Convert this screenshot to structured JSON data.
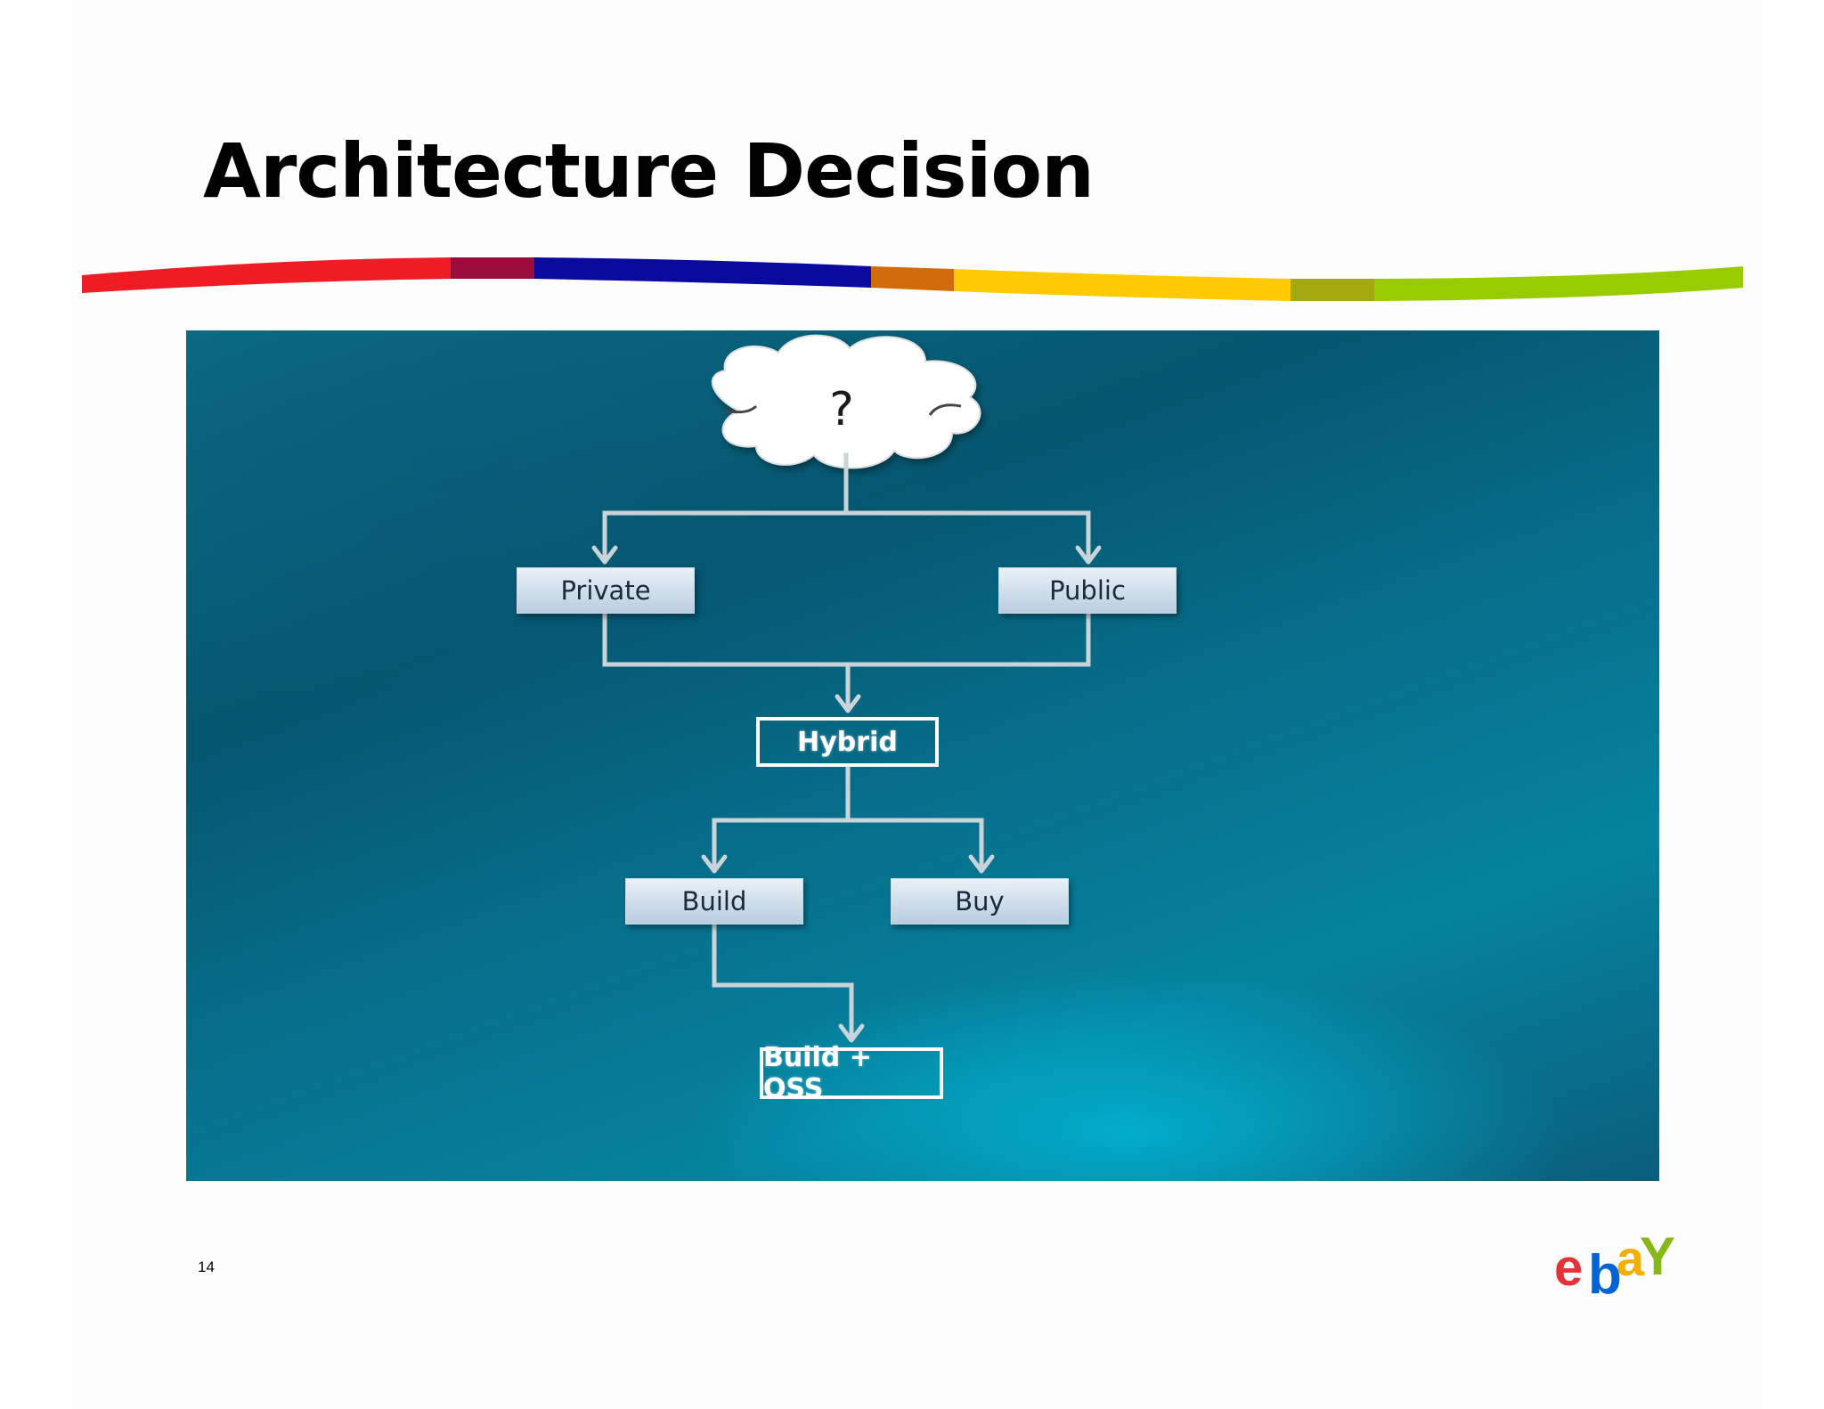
{
  "slide": {
    "title": "Architecture Decision",
    "page_number": "14"
  },
  "brand_stripe": {
    "colors": [
      "#ee1c25",
      "#9b0d3c",
      "#0a0a9f",
      "#d06c0c",
      "#ffcb00",
      "#a4a912",
      "#99cc00"
    ]
  },
  "diagram": {
    "background_color": "#0a6a86",
    "root": {
      "label": "?",
      "shape": "cloud"
    },
    "nodes": {
      "private": "Private",
      "public": "Public",
      "hybrid": "Hybrid",
      "build": "Build",
      "buy": "Buy",
      "build_oss": "Build + OSS"
    },
    "edges": [
      [
        "?",
        "Private"
      ],
      [
        "?",
        "Public"
      ],
      [
        "Private",
        "Hybrid"
      ],
      [
        "Public",
        "Hybrid"
      ],
      [
        "Hybrid",
        "Build"
      ],
      [
        "Hybrid",
        "Buy"
      ],
      [
        "Build",
        "Build + OSS"
      ]
    ]
  },
  "logo": {
    "letters": [
      "e",
      "b",
      "a",
      "Y"
    ],
    "colors": [
      "#e53238",
      "#0064d2",
      "#f5af02",
      "#86b817"
    ]
  }
}
